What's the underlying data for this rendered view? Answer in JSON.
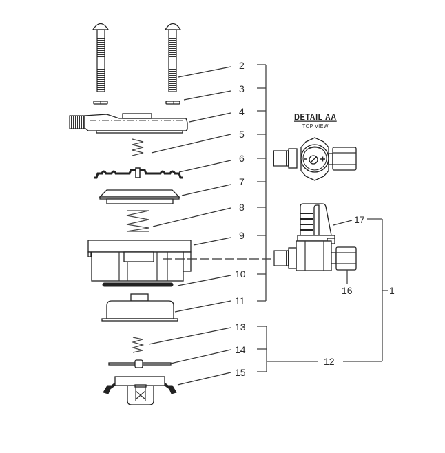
{
  "diagram": {
    "type": "exploded-parts-view",
    "detail": {
      "title": "DETAIL AA",
      "subtitle": "TOP VIEW",
      "minus_sign": "-",
      "plus_sign": "+"
    },
    "callouts": [
      {
        "number": "2",
        "part": "screw"
      },
      {
        "number": "3",
        "part": "washer"
      },
      {
        "number": "4",
        "part": "top-cover"
      },
      {
        "number": "5",
        "part": "spring"
      },
      {
        "number": "6",
        "part": "diaphragm"
      },
      {
        "number": "7",
        "part": "diaphragm-plate"
      },
      {
        "number": "8",
        "part": "spring"
      },
      {
        "number": "9",
        "part": "valve-body"
      },
      {
        "number": "10",
        "part": "gasket"
      },
      {
        "number": "11",
        "part": "bottom-cover"
      },
      {
        "number": "13",
        "part": "spring"
      },
      {
        "number": "14",
        "part": "seat-disc"
      },
      {
        "number": "15",
        "part": "valve-seat"
      },
      {
        "number": "16",
        "part": "outlet-nut"
      },
      {
        "number": "17",
        "part": "adjustment-knob"
      }
    ],
    "assemblies": [
      {
        "number": "1",
        "includes": [
          "2-11",
          "12",
          "16",
          "17"
        ]
      },
      {
        "number": "12",
        "includes": [
          "13",
          "14",
          "15"
        ]
      }
    ],
    "labels": {
      "l2": "2",
      "l3": "3",
      "l4": "4",
      "l5": "5",
      "l6": "6",
      "l7": "7",
      "l8": "8",
      "l9": "9",
      "l10": "10",
      "l11": "11",
      "l12": "12",
      "l13": "13",
      "l14": "14",
      "l15": "15",
      "l16": "16",
      "l17": "17",
      "l1": "1"
    },
    "colors": {
      "line": "#333333",
      "background": "#ffffff",
      "text": "#2a2a2a"
    }
  }
}
